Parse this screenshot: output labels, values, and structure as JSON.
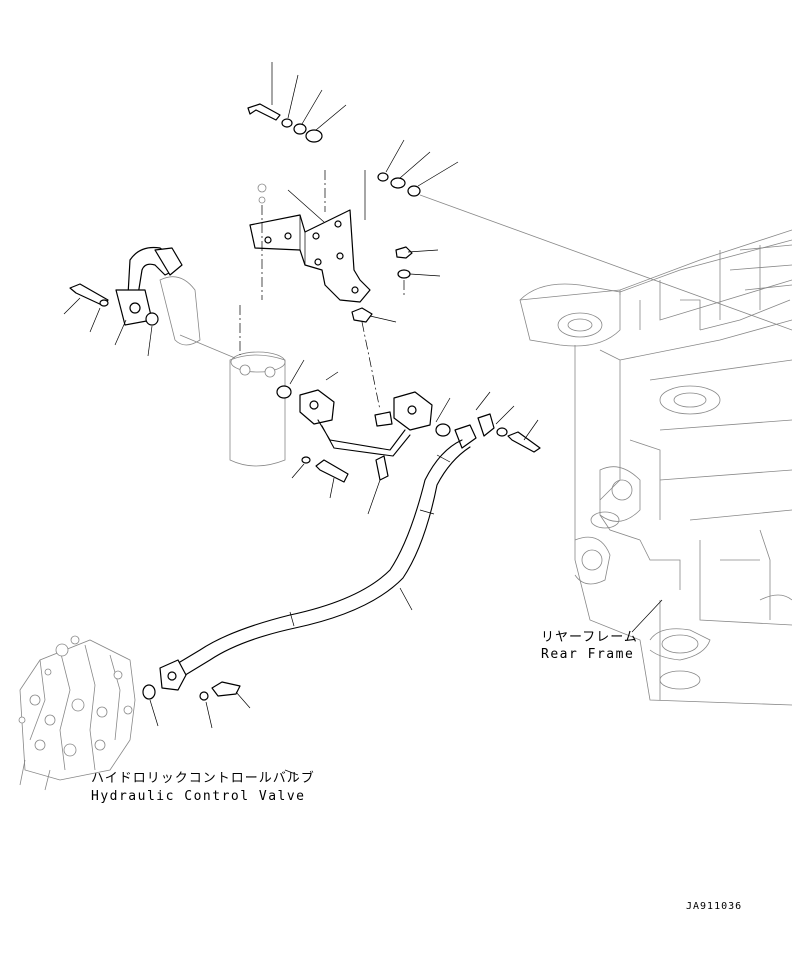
{
  "labels": {
    "rear_frame_jp": "リヤーフレーム",
    "rear_frame_en": "Rear Frame",
    "hydraulic_valve_jp": "ハイドロリックコントロールバルブ",
    "hydraulic_valve_en": "Hydraulic Control Valve",
    "drawing_code": "JA911036"
  }
}
